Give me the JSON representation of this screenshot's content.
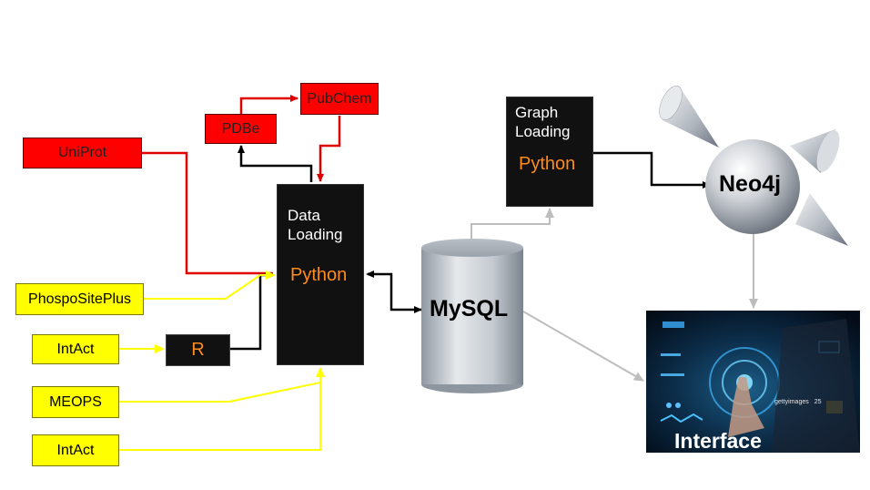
{
  "sources": {
    "uniprot": "UniProt",
    "pdbe": "PDBe",
    "pubchem": "PubChem",
    "phosphositeplus": "PhospoSitePlus",
    "intact_1": "IntAct",
    "meops": "MEOPS",
    "intact_2": "IntAct"
  },
  "r_node": {
    "label": "R"
  },
  "data_loading": {
    "title_line1": "Data",
    "title_line2": "Loading",
    "language": "Python"
  },
  "graph_loading": {
    "title_line1": "Graph",
    "title_line2": "Loading",
    "language": "Python"
  },
  "database": {
    "label": "MySQL"
  },
  "graph_db": {
    "label": "Neo4j"
  },
  "interface": {
    "label": "Interface",
    "watermark": "gettyimages",
    "watermark_code": "25"
  },
  "colors": {
    "red": "#ff0000",
    "yellow": "#ffff00",
    "black_box": "#111111",
    "python_orange": "#ff8c1a",
    "gray_wire": "#b4b4b4"
  }
}
